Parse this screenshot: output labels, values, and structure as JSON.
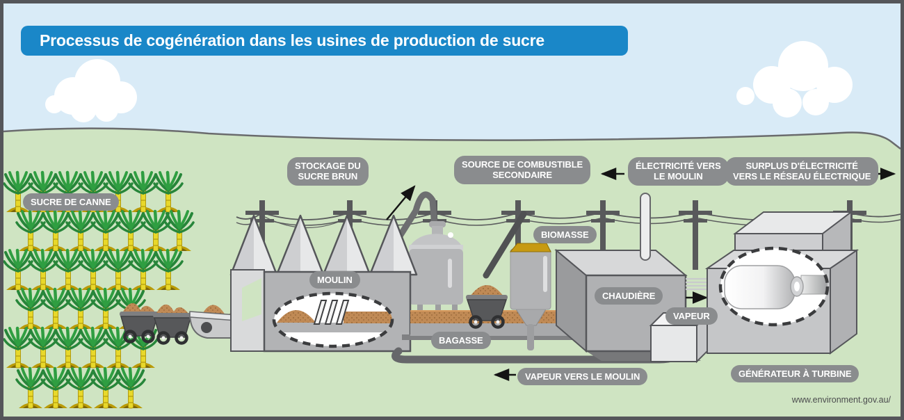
{
  "title": "Processus de cogénération dans les usines de production de sucre",
  "attribution": "www.environment.gov.au/",
  "labels": {
    "sugar_cane": "SUCRE DE CANNE",
    "brown_sugar_storage": "STOCKAGE DU\nSUCRE BRUN",
    "secondary_fuel_source": "SOURCE DE COMBUSTIBLE\nSECONDAIRE",
    "electricity_to_mill": "ÉLECTRICITÉ VERS\nLE MOULIN",
    "surplus_electricity": "SURPLUS D'ÉLECTRICITÉ\nVERS LE RÉSEAU ÉLECTRIQUE",
    "biomass": "BIOMASSE",
    "mill": "MOULIN",
    "boiler": "CHAUDIÈRE",
    "steam": "VAPEUR",
    "bagasse": "BAGASSE",
    "steam_to_mill": "VAPEUR VERS LE MOULIN",
    "turbine_generator": "GÉNÉRATEUR À TURBINE"
  },
  "colors": {
    "title_bg": "#1a87c8",
    "sky": "#d9ebf7",
    "field": "#cfe4c2",
    "label_bg": "#8a8c8e",
    "dark_gray": "#55565a",
    "bagasse_brown": "#c08a55",
    "biomass_gold": "#c79a12",
    "cane_green": "#2f9e41",
    "cane_yellow": "#e8d82a"
  }
}
